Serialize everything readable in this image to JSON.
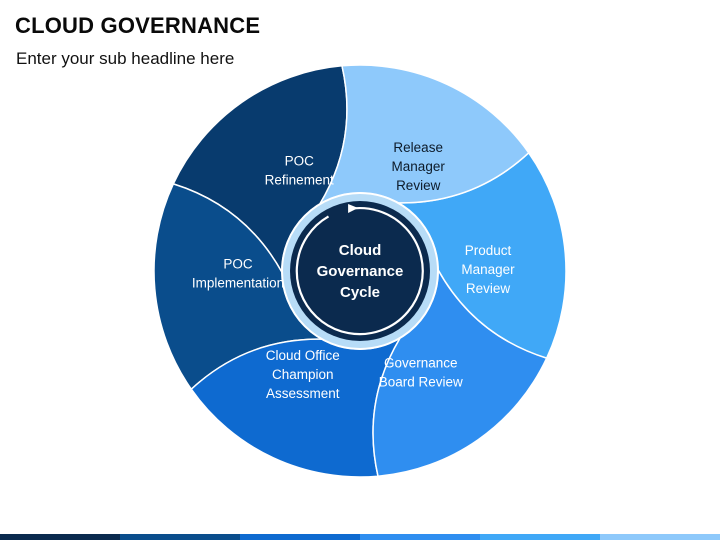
{
  "header": {
    "title": "CLOUD GOVERNANCE",
    "subtitle": "Enter your sub headline here"
  },
  "center": {
    "lines": [
      "Cloud",
      "Governance",
      "Cycle"
    ],
    "fill_color": "#0b2a4e",
    "ring_color": "#b7dcf7"
  },
  "segments": [
    {
      "id": "release-manager-review",
      "lines": [
        "Release",
        "Manager",
        "Review"
      ],
      "color": "#8ec9fb",
      "text_color": "#0d1b2a"
    },
    {
      "id": "product-manager-review",
      "lines": [
        "Product",
        "Manager",
        "Review"
      ],
      "color": "#40a8f7",
      "text_color": "#ffffff"
    },
    {
      "id": "governance-board-review",
      "lines": [
        "Governance",
        "Board Review"
      ],
      "color": "#2f8ef0",
      "text_color": "#ffffff"
    },
    {
      "id": "cloud-office-champion-assessment",
      "lines": [
        "Cloud Office",
        "Champion",
        "Assessment"
      ],
      "color": "#0e6ad0",
      "text_color": "#ffffff"
    },
    {
      "id": "poc-implementation",
      "lines": [
        "POC",
        "Implementation"
      ],
      "color": "#0a4d8c",
      "text_color": "#ffffff"
    },
    {
      "id": "poc-refinement",
      "lines": [
        "POC",
        "Refinement"
      ],
      "color": "#083b6e",
      "text_color": "#ffffff"
    }
  ],
  "footer_colors": [
    "#0b2a4e",
    "#0a4d8c",
    "#0e6ad0",
    "#2f8ef0",
    "#40a8f7",
    "#8ec9fb"
  ]
}
